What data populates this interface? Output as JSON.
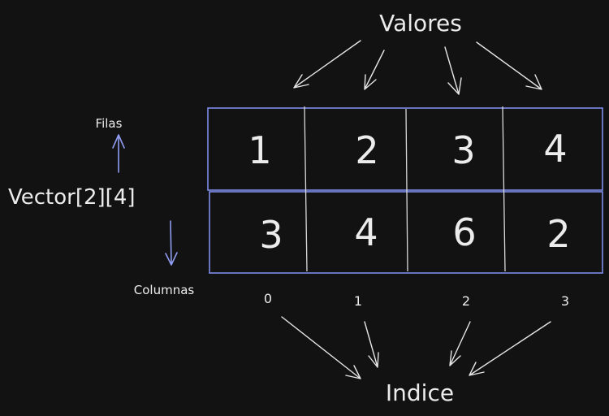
{
  "title": "Valores",
  "vector_label": "Vector[2][4]",
  "rows_label": "Filas",
  "columns_label": "Columnas",
  "index_label": "Indice",
  "matrix": [
    [
      "1",
      "2",
      "3",
      "4"
    ],
    [
      "3",
      "4",
      "6",
      "2"
    ]
  ],
  "indices": [
    "0",
    "1",
    "2",
    "3"
  ],
  "colors": {
    "background": "#121212",
    "grid_blue": "#7d8ce8",
    "arrow_blue": "#8f9cf0",
    "ink": "#ececec"
  }
}
